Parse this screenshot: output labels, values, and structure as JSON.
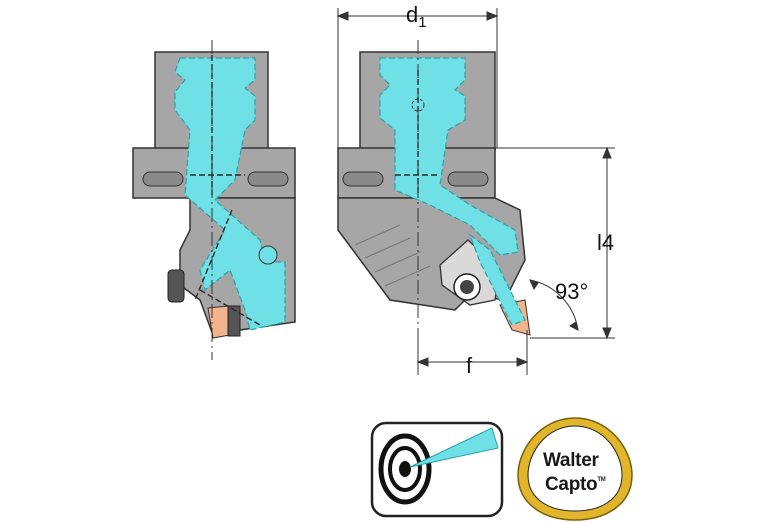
{
  "dimensions": {
    "d1": {
      "main": "d",
      "sub": "1"
    },
    "l4": "l4",
    "f": "f",
    "angle": "93°"
  },
  "badge": {
    "brand_line1": "Walter",
    "brand_line2": "Capto",
    "trademark": "TM"
  },
  "colors": {
    "coolant_channel": "#6fe0e6",
    "tool_body": "#a6a6a6",
    "tool_body_dark": "#8a8a8a",
    "insert": "#f2b48c",
    "badge_ring": "#e2b62a",
    "target_beam": "#6fe0e6"
  },
  "icons": [
    "coolant-target-icon",
    "walter-capto-logo"
  ]
}
